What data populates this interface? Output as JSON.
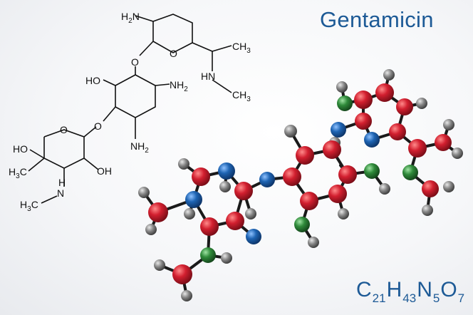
{
  "title": "Gentamicin",
  "formula": {
    "c": "C",
    "c_n": "21",
    "h": "H",
    "h_n": "43",
    "n": "N",
    "n_n": "5",
    "o": "O",
    "o_n": "7"
  },
  "structure_labels": {
    "h2n_top": "H",
    "h2n_top_sub": "2",
    "h2n_top_n": "N",
    "ring_o_top": "O",
    "ch3_right": "CH",
    "ch3_right_sub": "3",
    "hn": "HN",
    "ch3_hn": "CH",
    "ch3_hn_sub": "3",
    "bridge_o_1": "O",
    "ho_mid": "HO",
    "nh2_mid": "NH",
    "nh2_mid_sub": "2",
    "bridge_o_2": "O",
    "nh2_low": "NH",
    "nh2_low_sub": "2",
    "ring_o_left": "O",
    "ho_left": "HO",
    "oh_left": "OH",
    "h3c": "H",
    "h3c_sub": "3",
    "h3c_c": "C",
    "nh": "N",
    "nh_h": "H",
    "h3c_low": "H",
    "h3c_low_sub": "3",
    "h3c_low_c": "C"
  },
  "colors": {
    "title": "#1d5a96",
    "carbon": "#c8192b",
    "nitrogen": "#1b60ad",
    "oxygen": "#2f8a3a",
    "hydrogen": "#7d7d7d",
    "bond": "#1a1a1a"
  }
}
